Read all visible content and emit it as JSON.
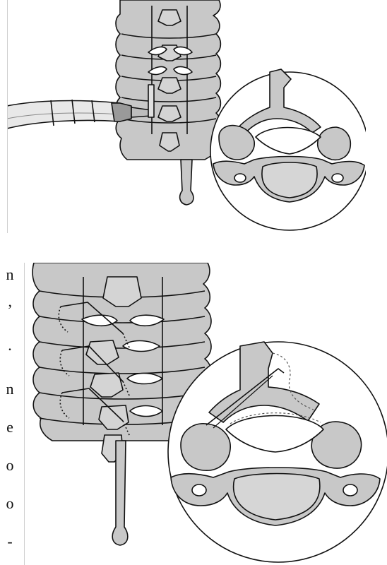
{
  "figure": {
    "panels": [
      {
        "name": "top-panel"
      },
      {
        "name": "bottom-panel"
      }
    ]
  },
  "margin_text": [
    "n",
    "’",
    ".",
    "n",
    "e",
    "o",
    "o",
    "-"
  ],
  "colors": {
    "bone_fill": "#c8c8c8",
    "bone_stroke": "#111111",
    "background": "#ffffff",
    "instrument_light": "#eeeeee",
    "instrument_dark": "#9a9a9a"
  }
}
